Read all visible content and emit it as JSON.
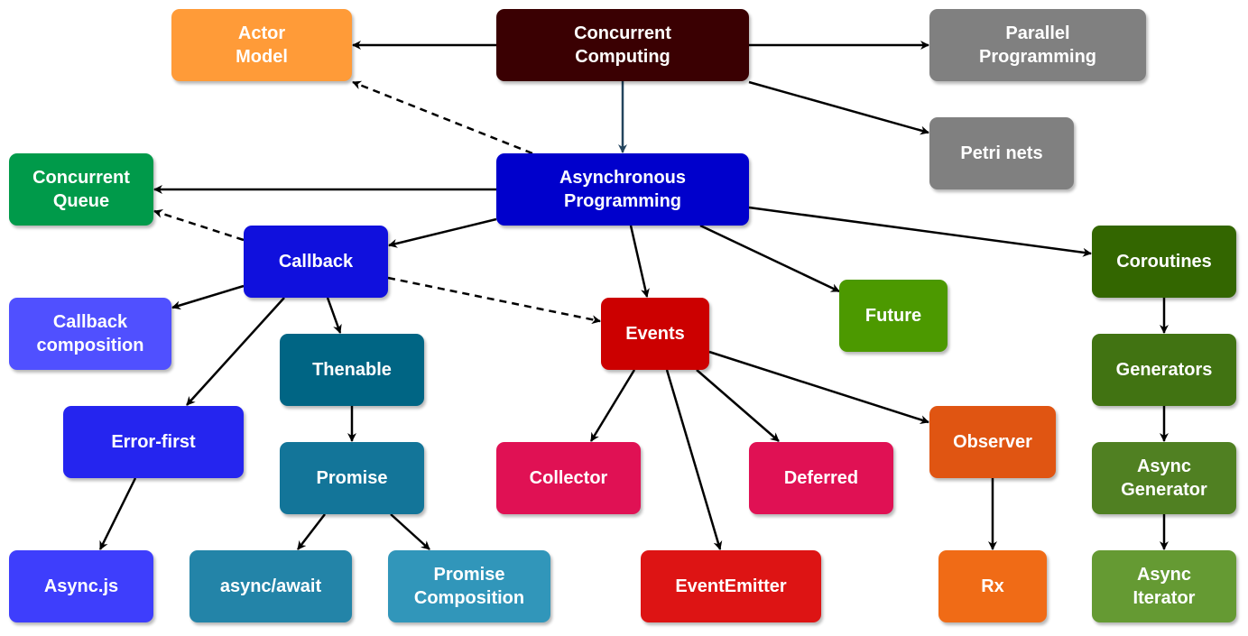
{
  "nodes": {
    "actor_model": {
      "label": "Actor\nModel",
      "color": "#ff9b38"
    },
    "concurrent_computing": {
      "label": "Concurrent\nComputing",
      "color": "#3a0002"
    },
    "parallel_programming": {
      "label": "Parallel\nProgramming",
      "color": "#808080"
    },
    "petri_nets": {
      "label": "Petri nets",
      "color": "#808080"
    },
    "concurrent_queue": {
      "label": "Concurrent\nQueue",
      "color": "#009a4a"
    },
    "asynchronous_programming": {
      "label": "Asynchronous\nProgramming",
      "color": "#0000cc"
    },
    "callback": {
      "label": "Callback",
      "color": "#1010dd"
    },
    "coroutines": {
      "label": "Coroutines",
      "color": "#336600"
    },
    "callback_composition": {
      "label": "Callback\ncomposition",
      "color": "#5050ff"
    },
    "events": {
      "label": "Events",
      "color": "#cc0000"
    },
    "future": {
      "label": "Future",
      "color": "#4c9900"
    },
    "thenable": {
      "label": "Thenable",
      "color": "#006584"
    },
    "generators": {
      "label": "Generators",
      "color": "#417312"
    },
    "error_first": {
      "label": "Error-first",
      "color": "#2525ef"
    },
    "promise": {
      "label": "Promise",
      "color": "#137599"
    },
    "collector": {
      "label": "Collector",
      "color": "#e01154"
    },
    "deferred": {
      "label": "Deferred",
      "color": "#e01154"
    },
    "observer": {
      "label": "Observer",
      "color": "#e05512"
    },
    "async_generator": {
      "label": "Async\nGenerator",
      "color": "#508022"
    },
    "async_js": {
      "label": "Async.js",
      "color": "#3e3efc"
    },
    "async_await": {
      "label": "async/await",
      "color": "#2384a8"
    },
    "promise_composition": {
      "label": "Promise\nComposition",
      "color": "#3196ba"
    },
    "event_emitter": {
      "label": "EventEmitter",
      "color": "#dd1414"
    },
    "rx": {
      "label": "Rx",
      "color": "#f06b16"
    },
    "async_iterator": {
      "label": "Async\nIterator",
      "color": "#659a33"
    }
  }
}
